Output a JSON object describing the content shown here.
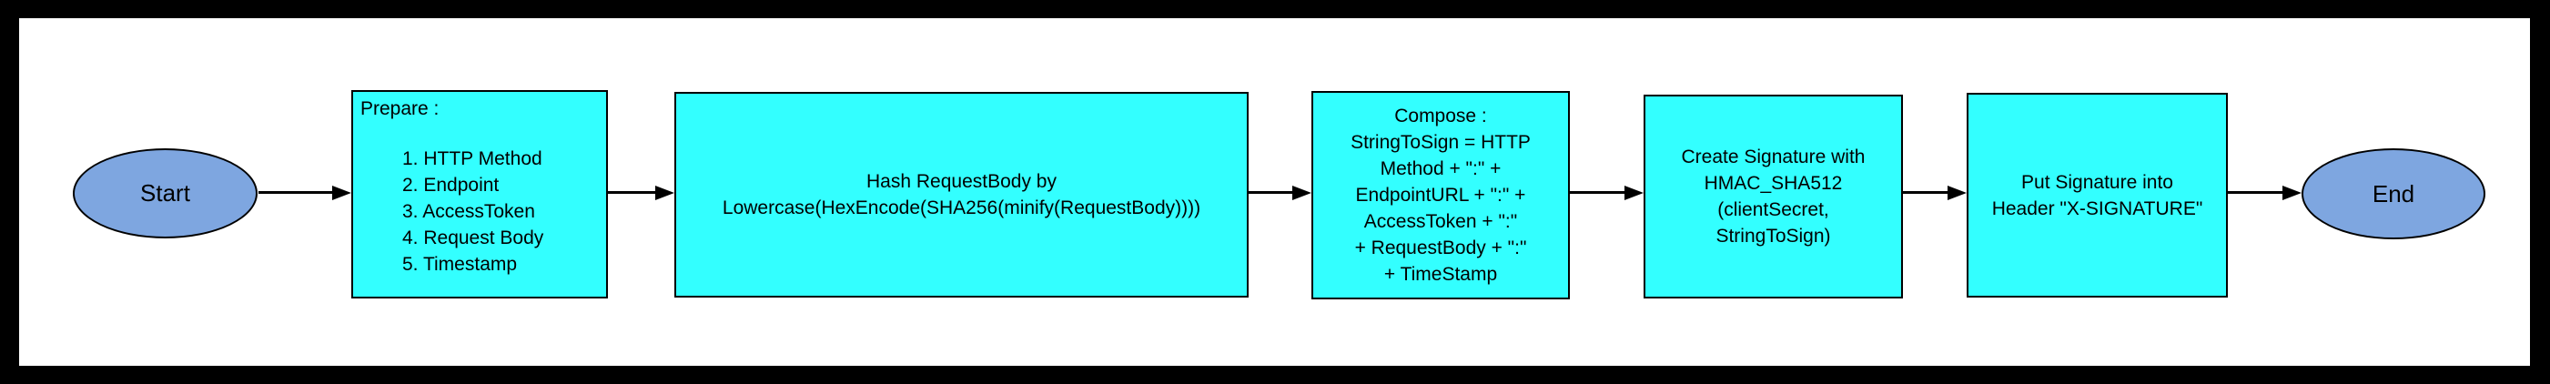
{
  "flowchart": {
    "title_hint": "HMAC signature creation flow",
    "colors": {
      "frame": "#000000",
      "canvas": "#ffffff",
      "process_fill": "#33ffff",
      "terminator_fill": "#7ea6e0",
      "stroke": "#000000"
    },
    "start": {
      "label": "Start"
    },
    "prepare": {
      "title": "Prepare :",
      "items": [
        "1. HTTP Method",
        "2. Endpoint",
        "3. AccessToken",
        "4. Request Body",
        "5. Timestamp"
      ]
    },
    "hash": {
      "lines": [
        "Hash RequestBody by",
        "Lowercase(HexEncode(SHA256(minify(RequestBody))))"
      ]
    },
    "compose": {
      "lines": [
        "Compose :",
        "StringToSign = HTTP",
        "Method + \":\" +",
        "EndpointURL + \":\" +",
        "AccessToken + \":\"",
        "+ RequestBody + \":\"",
        "+ TimeStamp"
      ]
    },
    "create_signature": {
      "lines": [
        "Create Signature with",
        "HMAC_SHA512",
        "(clientSecret,",
        "StringToSign)"
      ]
    },
    "put_signature": {
      "lines": [
        "Put Signature into",
        "Header \"X-SIGNATURE\""
      ]
    },
    "end": {
      "label": "End"
    }
  }
}
